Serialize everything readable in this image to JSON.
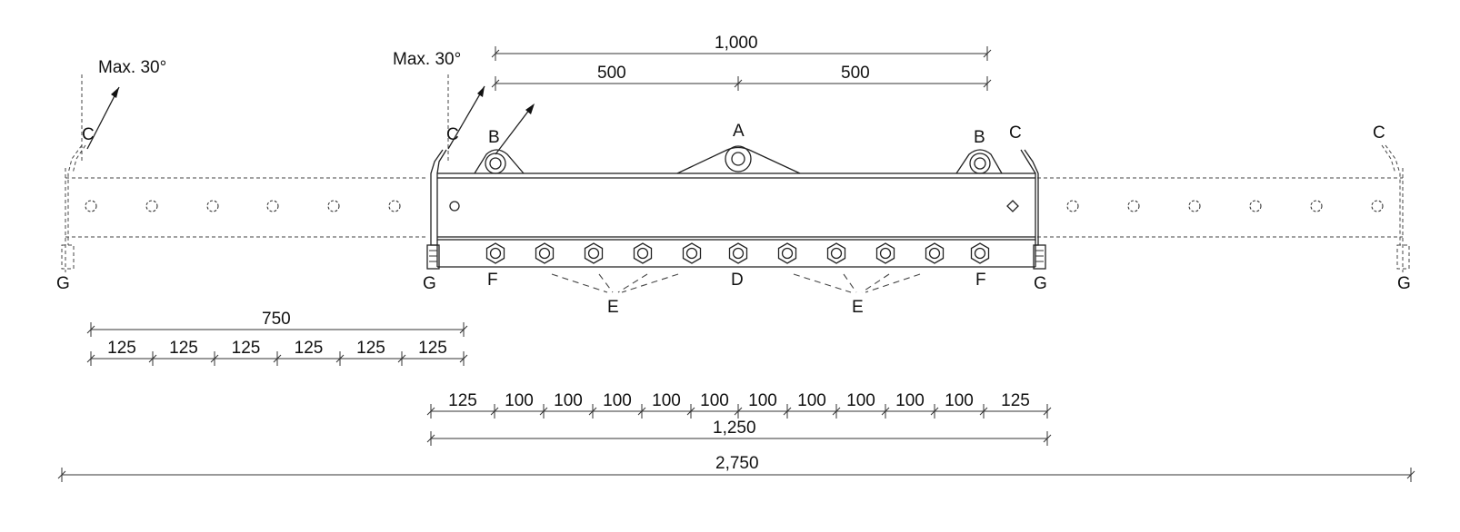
{
  "labels": {
    "max_angle_left": "Max. 30°",
    "max_angle_center": "Max. 30°",
    "point_a": "A",
    "point_b": "B",
    "point_c": "C",
    "point_d": "D",
    "point_e": "E",
    "point_f": "F",
    "point_g": "G"
  },
  "dimensions": {
    "top_total": "1,000",
    "top_left_half": "500",
    "top_right_half": "500",
    "left_total": "750",
    "left_segments": [
      "125",
      "125",
      "125",
      "125",
      "125",
      "125"
    ],
    "beam_segments": [
      "125",
      "100",
      "100",
      "100",
      "100",
      "100",
      "100",
      "100",
      "100",
      "100",
      "100",
      "125"
    ],
    "beam_total": "1,250",
    "overall_total": "2,750"
  }
}
